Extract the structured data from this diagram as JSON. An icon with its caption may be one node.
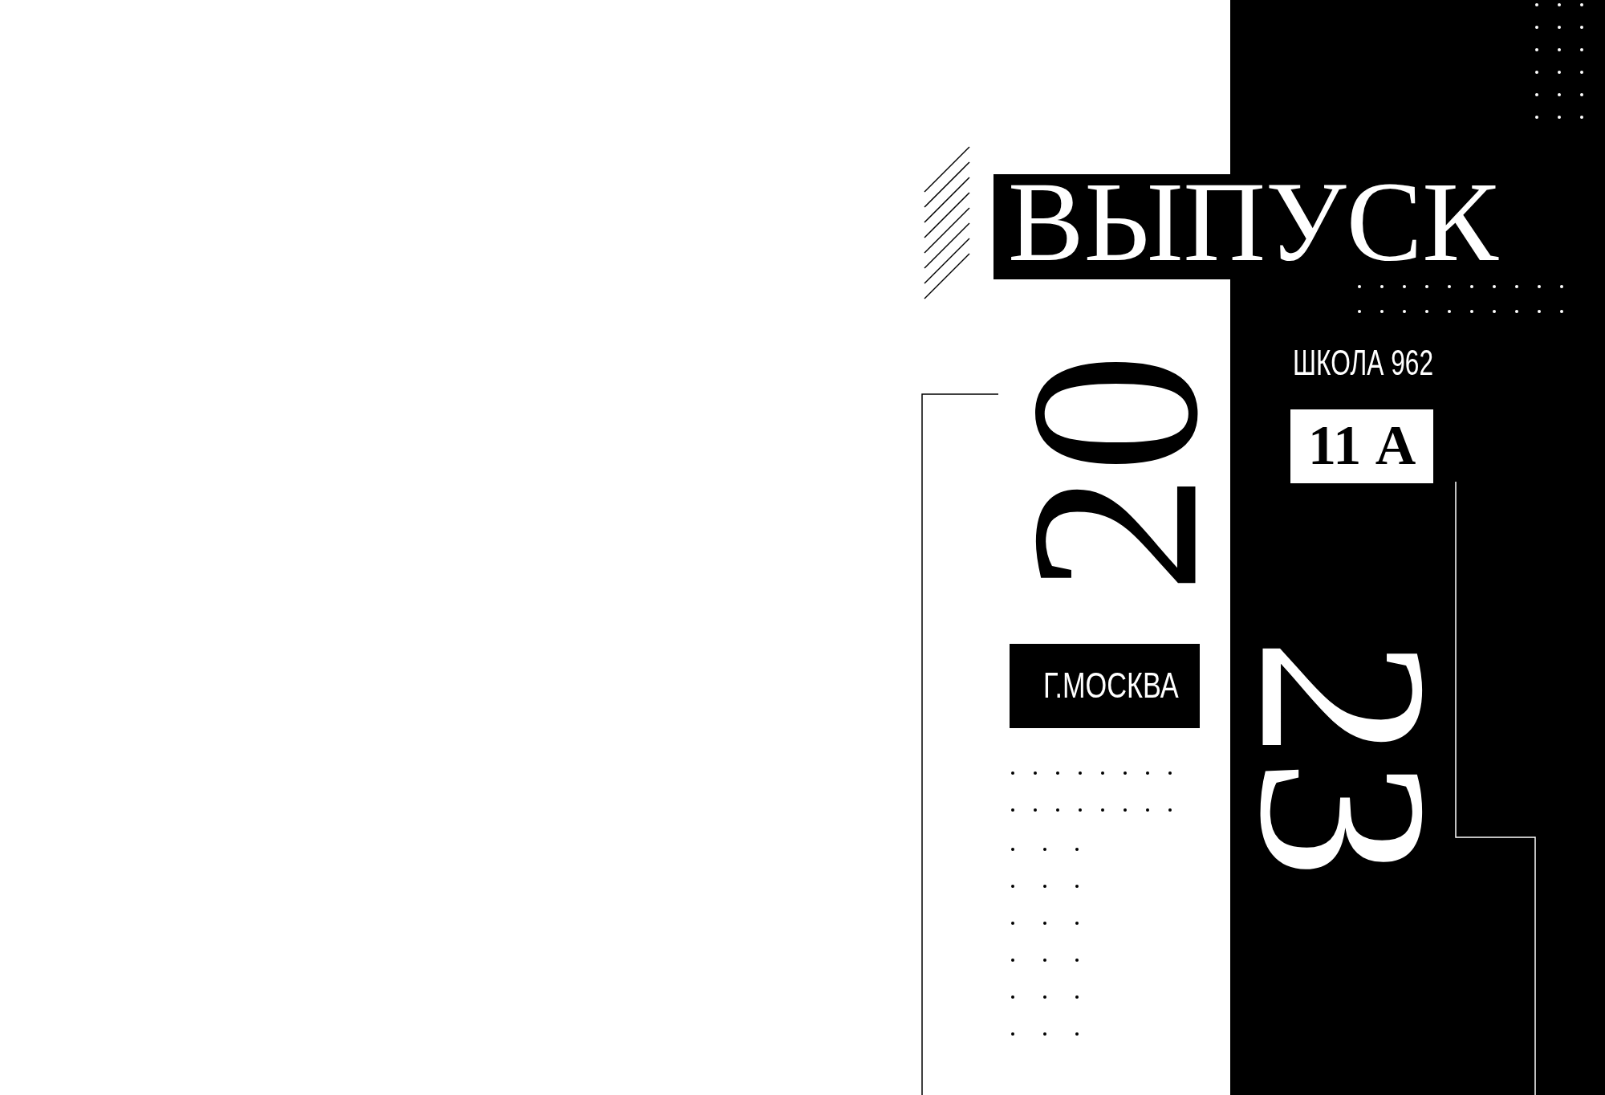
{
  "diagram": {
    "nodes": [
      {
        "text": [
          "ВЫПУСК"
        ]
      },
      {
        "text": [
          "11 А"
        ]
      },
      {
        "text": [
          "Г.МОСКВА"
        ]
      }
    ],
    "labels": [
      "20",
      "23",
      "ШКОЛА 962"
    ]
  }
}
